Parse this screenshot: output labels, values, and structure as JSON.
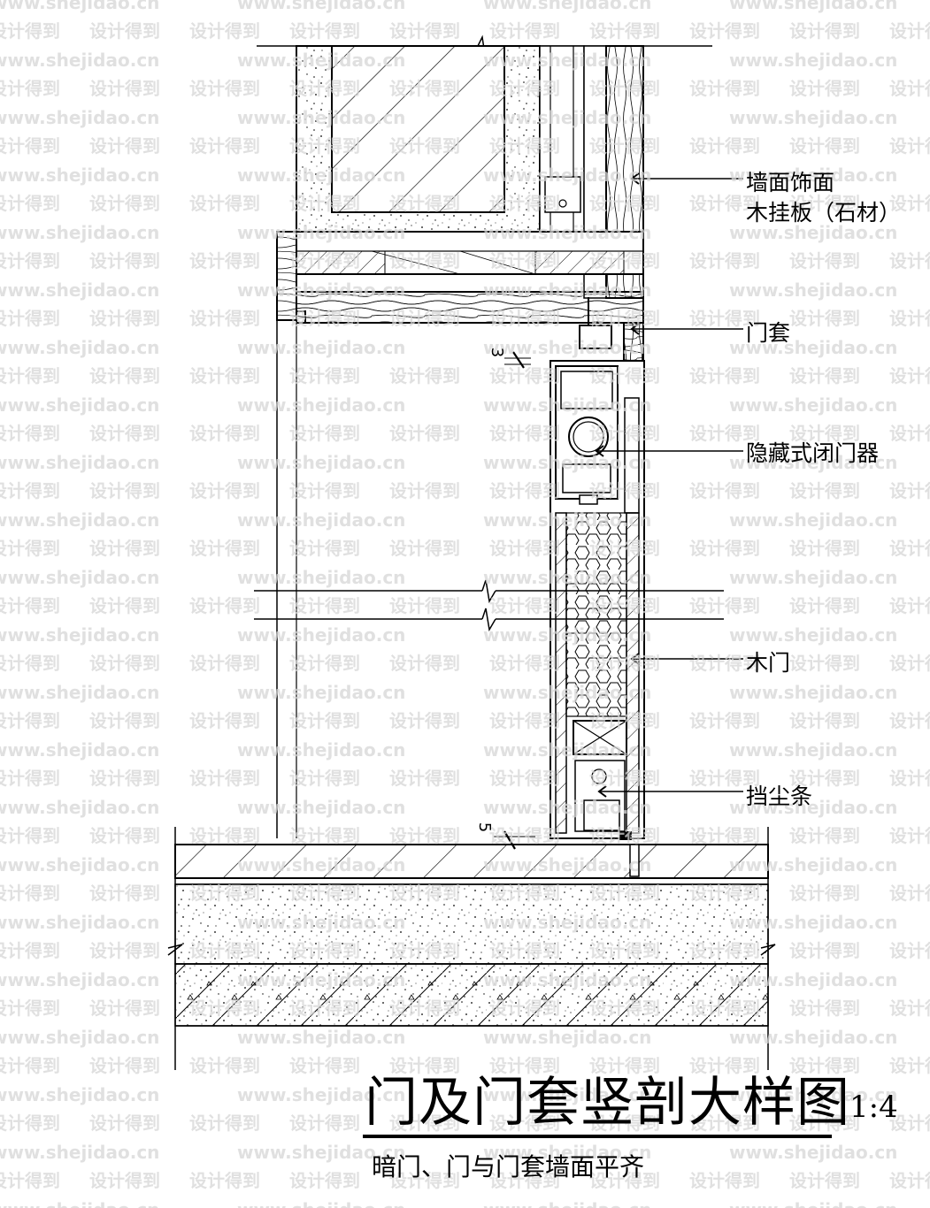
{
  "watermark": {
    "url_text": "www.shejidao.cn",
    "cn_text": "设计得到"
  },
  "labels": {
    "wall_finish_line1": "墙面饰面",
    "wall_finish_line2": "木挂板（石材）",
    "door_casing": "门套",
    "concealed_closer": "隐藏式闭门器",
    "wood_door": "木门",
    "dust_strip": "挡尘条"
  },
  "dimensions": {
    "top_gap": "3",
    "bottom_gap": "5"
  },
  "title": {
    "main": "门及门套竖剖大样图",
    "scale": "1:4",
    "subtitle": "暗门、门与门套墙面平齐"
  }
}
